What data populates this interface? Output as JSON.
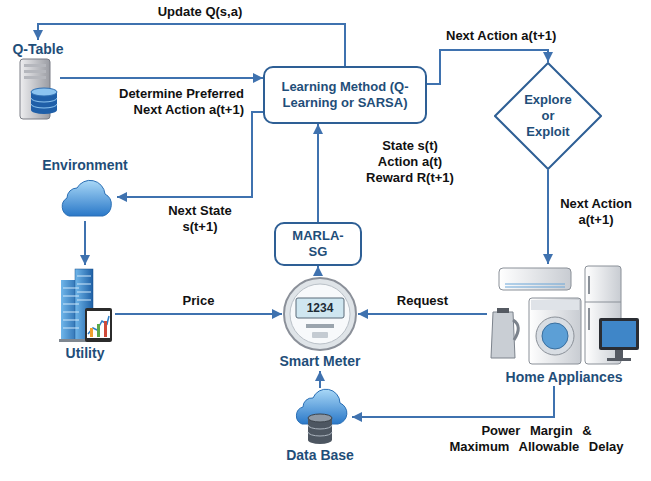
{
  "diagram": {
    "nodes": [
      {
        "text": [
          "Q-Table"
        ]
      },
      {
        "text": [
          "Learning Method (Q-Learning or SARSA)"
        ]
      },
      {
        "text": [
          "Explore or Exploit"
        ]
      },
      {
        "text": [
          "Environment"
        ]
      },
      {
        "text": [
          "MARLA-SG"
        ]
      },
      {
        "text": [
          "Utility"
        ]
      },
      {
        "text": [
          "Smart Meter"
        ]
      },
      {
        "text": [
          "Home Appliances"
        ]
      },
      {
        "text": [
          "Data Base"
        ]
      }
    ],
    "edges": [
      {
        "from": 1,
        "to": 0,
        "label": "Update Q(s,a)",
        "arrow": "to"
      },
      {
        "from": 0,
        "to": 1,
        "label": "Determine Preferred Next Action a(t+1)",
        "arrow": "to"
      },
      {
        "from": 1,
        "to": 2,
        "label": "Next Action a(t+1)",
        "arrow": "to"
      },
      {
        "from": 2,
        "to": 7,
        "label": "Next Action a(t+1)",
        "arrow": "to"
      },
      {
        "from": 1,
        "to": 3,
        "label": "Next State s(t+1)",
        "arrow": "to"
      },
      {
        "from": 3,
        "to": 5,
        "arrow": "to"
      },
      {
        "from": 5,
        "to": 6,
        "label": "Price",
        "arrow": "to"
      },
      {
        "from": 7,
        "to": 6,
        "label": "Request",
        "arrow": "to"
      },
      {
        "from": 7,
        "to": 8,
        "label": "Power Margin & Maximum Allowable Delay",
        "arrow": "to"
      },
      {
        "from": 6,
        "to": 4,
        "arrow": "to"
      },
      {
        "from": 4,
        "to": 1,
        "label": "State s(t) Action a(t) Reward R(t+1)",
        "arrow": "to"
      },
      {
        "from": 8,
        "to": 6,
        "arrow": "to"
      }
    ],
    "labels": [
      "1234"
    ]
  }
}
